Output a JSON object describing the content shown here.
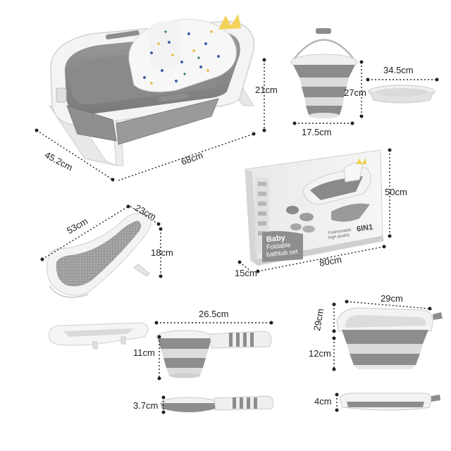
{
  "product": {
    "dimensions": {
      "tub_height": "21cm",
      "tub_depth": "45.2cm",
      "tub_length": "68cm",
      "bucket_width": "17.5cm",
      "bucket_height": "27cm",
      "bucket_lid_diameter": "34.5cm",
      "box_height": "50cm",
      "box_length": "80cm",
      "box_depth": "15cm",
      "bath_seat_length": "53cm",
      "bath_seat_width": "23cm",
      "bath_seat_height": "18cm",
      "scoop_length": "26.5cm",
      "scoop_height": "11cm",
      "scoop_folded": "3.7cm",
      "basin_width": "29cm",
      "basin_depth": "29cm",
      "basin_height": "12cm",
      "basin_folded": "4cm"
    },
    "box_text": {
      "line1": "Baby",
      "line2": "Foldable",
      "line3": "bathtub set",
      "badge": "6IN1",
      "tagline1": "Fashionable",
      "tagline2": "high quality"
    }
  },
  "colors": {
    "gray": "#8e8e8e",
    "gray_dark": "#6f6f6f",
    "white": "#f7f7f7",
    "accent_yellow": "#f3d25a",
    "line": "#222222"
  }
}
